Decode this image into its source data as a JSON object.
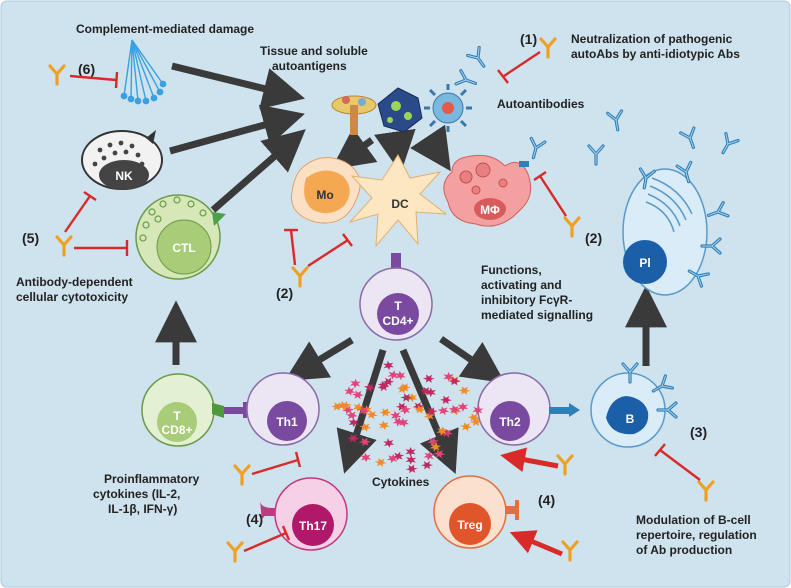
{
  "labels": {
    "complement": "Complement-mediated damage",
    "autoantigens_1": "Tissue and soluble",
    "autoantigens_2": "autoantigens",
    "neutralization_1": "Neutralization of pathogenic",
    "neutralization_2": "autoAbs by anti-idiotypic Abs",
    "autoantibodies": "Autoantibodies",
    "adcc_1": "Antibody-dependent",
    "adcc_2": "cellular cytotoxicity",
    "functions_1": "Functions,",
    "functions_2": "activating and",
    "functions_3": "inhibitory FcγR-",
    "functions_4": "mediated signalling",
    "proinflam_1": "Proinflammatory",
    "proinflam_2": "cytokines (IL-2,",
    "proinflam_3": "IL-1β, IFN-γ)",
    "cytokines": "Cytokines",
    "modulation_1": "Modulation of B-cell",
    "modulation_2": "repertoire, regulation",
    "modulation_3": "of Ab production"
  },
  "numbers": {
    "n1": "(1)",
    "n2_left": "(2)",
    "n2_right": "(2)",
    "n3": "(3)",
    "n4_left": "(4)",
    "n4_right": "(4)",
    "n5": "(5)",
    "n6": "(6)"
  },
  "cells": {
    "nk": "NK",
    "ctl": "CTL",
    "mo": "Mo",
    "dc": "DC",
    "mphi": "MΦ",
    "pl": "Pl",
    "cd4_t": "T",
    "cd4": "CD4+",
    "cd8_t": "T",
    "cd8": "CD8+",
    "th1": "Th1",
    "th2": "Th2",
    "th17": "Th17",
    "treg": "Treg",
    "b": "B"
  },
  "colors": {
    "background": "#cfe3ee",
    "arrow_dark": "#3a3a3a",
    "inhibit_red": "#d92a2a",
    "ivig_orange": "#f0a020",
    "antibody_blue": "#2f7fb8"
  }
}
